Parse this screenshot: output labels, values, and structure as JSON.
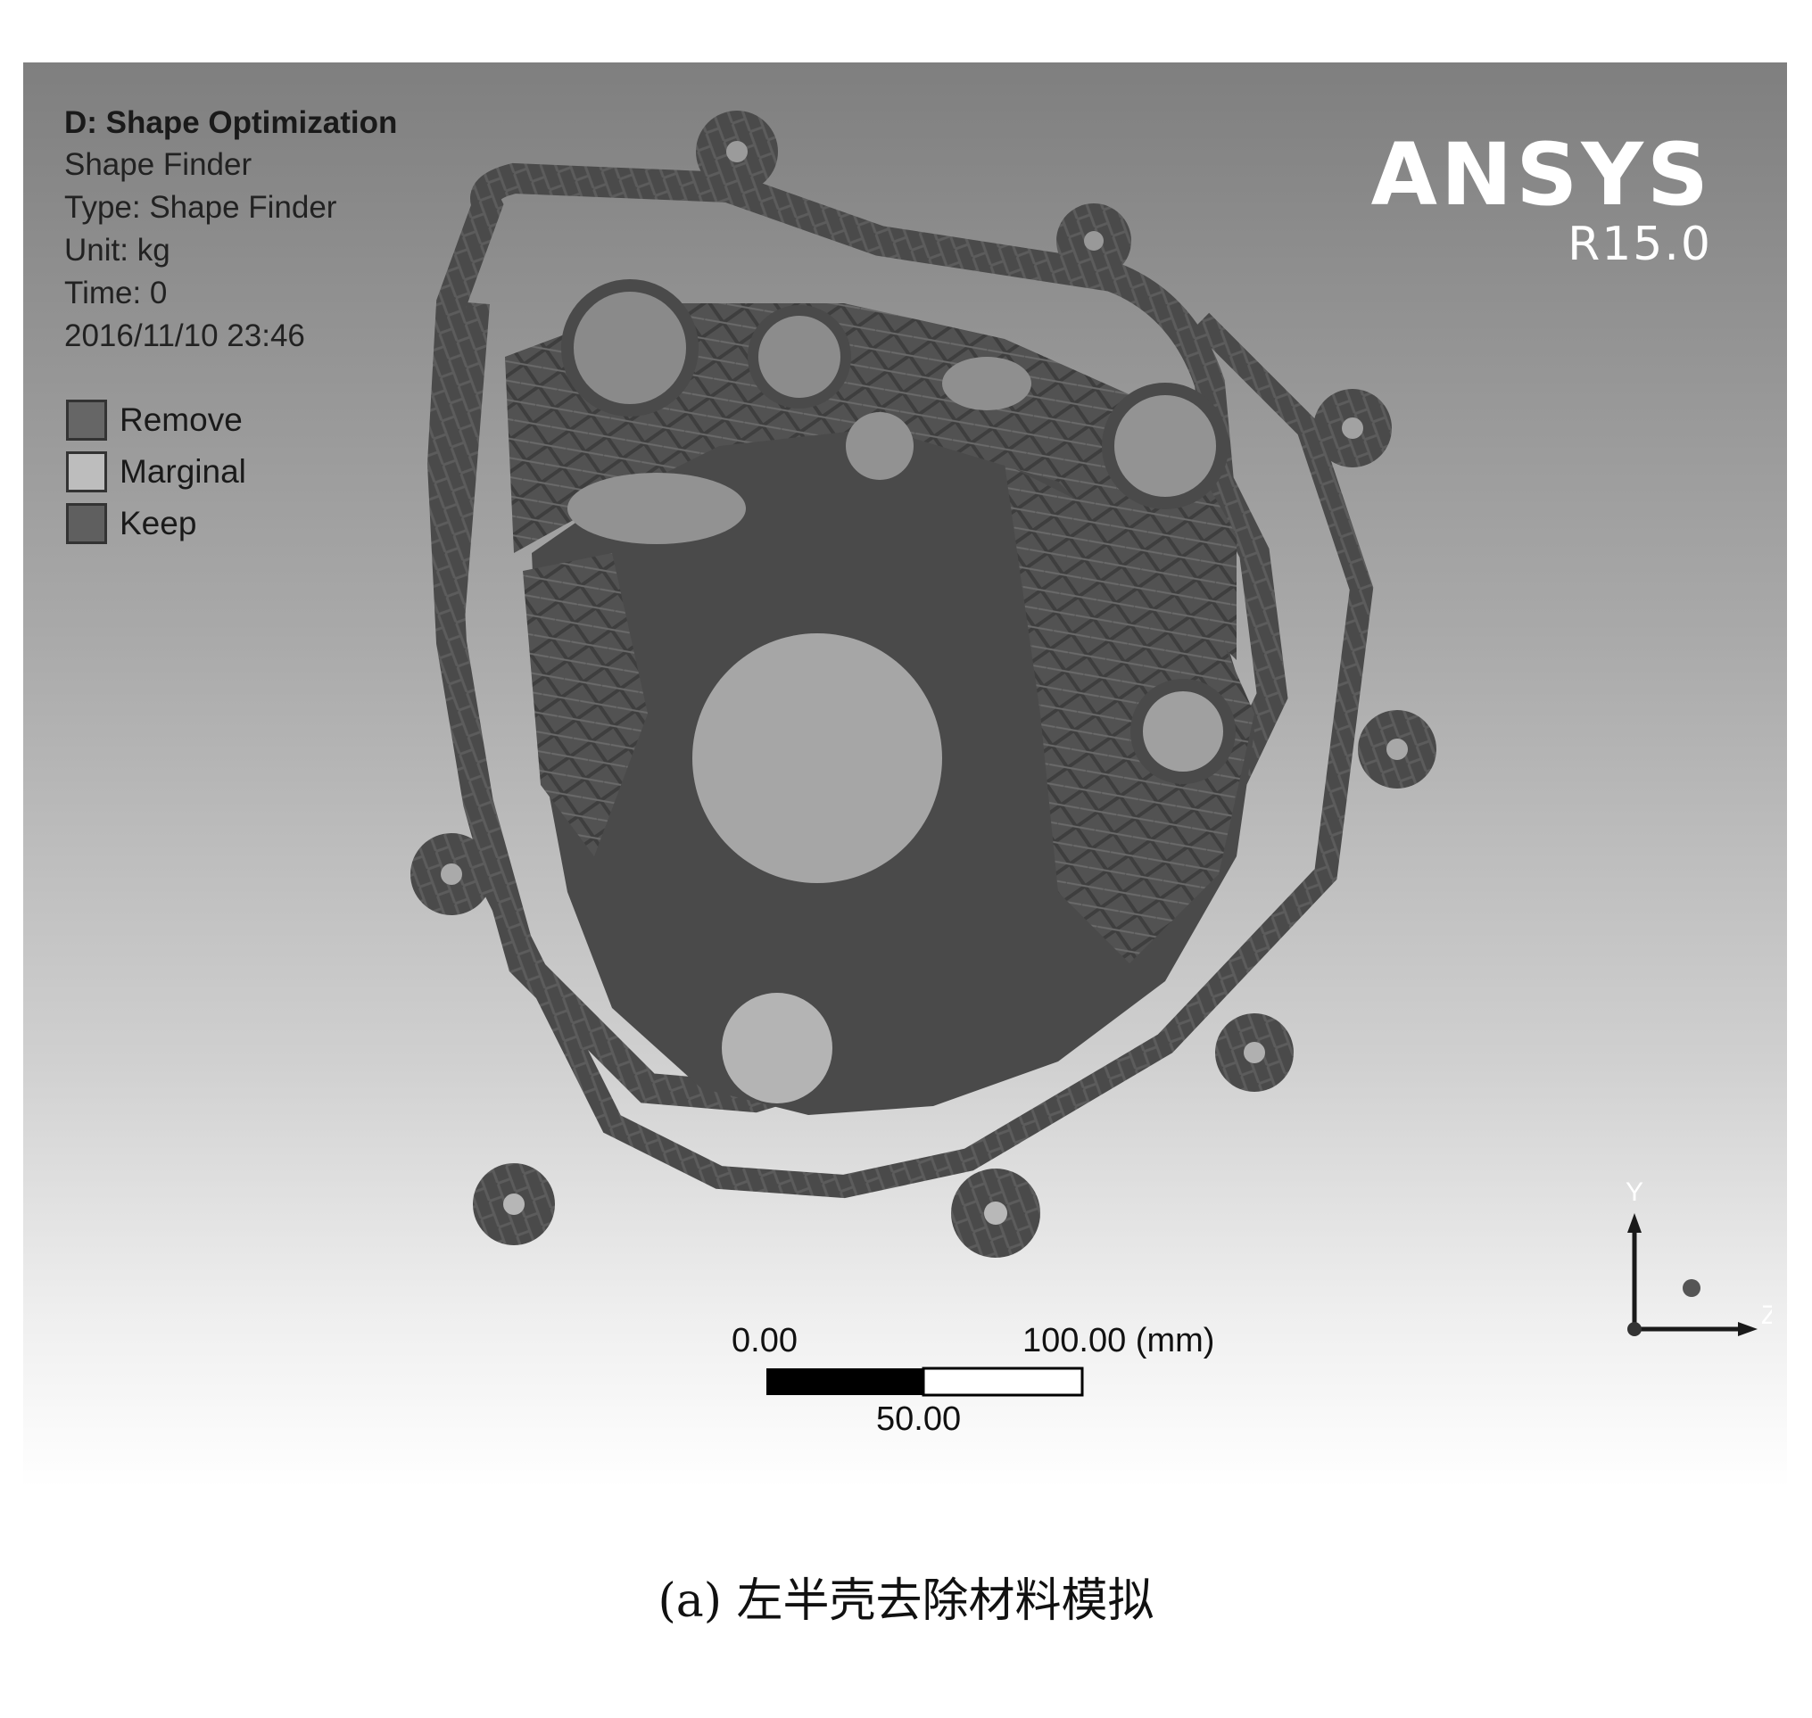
{
  "info": {
    "title": "D: Shape Optimization",
    "lines": [
      "Shape Finder",
      "Type: Shape Finder",
      "Unit: kg",
      "Time: 0",
      "2016/11/10 23:46"
    ]
  },
  "legend": [
    {
      "label": "Remove",
      "color": "#666666"
    },
    {
      "label": "Marginal",
      "color": "#bdbdbd"
    },
    {
      "label": "Keep",
      "color": "#5f5f5f"
    }
  ],
  "logo": {
    "brand": "ANSYS",
    "version": "R15.0"
  },
  "scale": {
    "left": "0.00",
    "right": "100.00 (mm)",
    "middle": "50.00"
  },
  "triad": {
    "y": "Y",
    "z": "Z"
  },
  "caption": "(a) 左半壳去除材料模拟",
  "colors": {
    "model": "#4a4a4a",
    "hole": "#a6a6a6"
  },
  "icons": [
    "triad-axes-icon",
    "scale-bar-icon"
  ]
}
